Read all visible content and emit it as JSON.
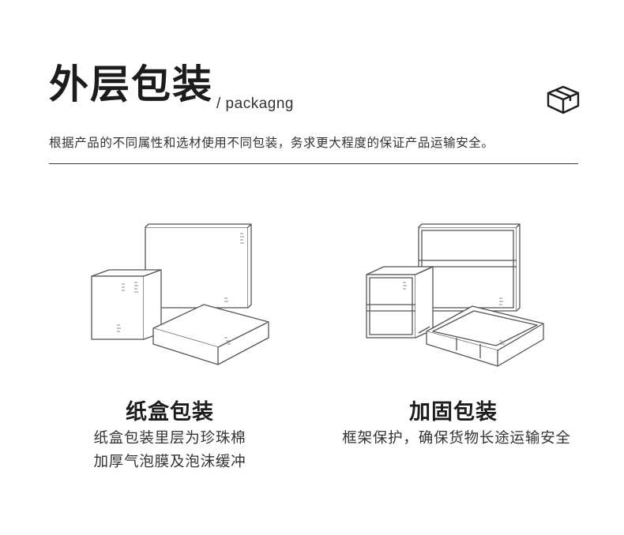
{
  "header": {
    "title": "外层包装",
    "subtitle": "/ packagng",
    "icon": "open-box-icon",
    "description": "根据产品的不同属性和选材使用不同包装，务求更大程度的保证产品运输安全。"
  },
  "columns": [
    {
      "title": "纸盒包装",
      "lines": [
        "纸盒包装里层为珍珠棉",
        "加厚气泡膜及泡沫缓冲"
      ],
      "illustration": "cardboard-boxes-illustration"
    },
    {
      "title": "加固包装",
      "lines": [
        "框架保护，确保货物长途运输安全"
      ],
      "illustration": "reinforced-crates-illustration"
    }
  ],
  "colors": {
    "text": "#222222",
    "line": "#3a3a3a",
    "sketch": "#555555"
  }
}
